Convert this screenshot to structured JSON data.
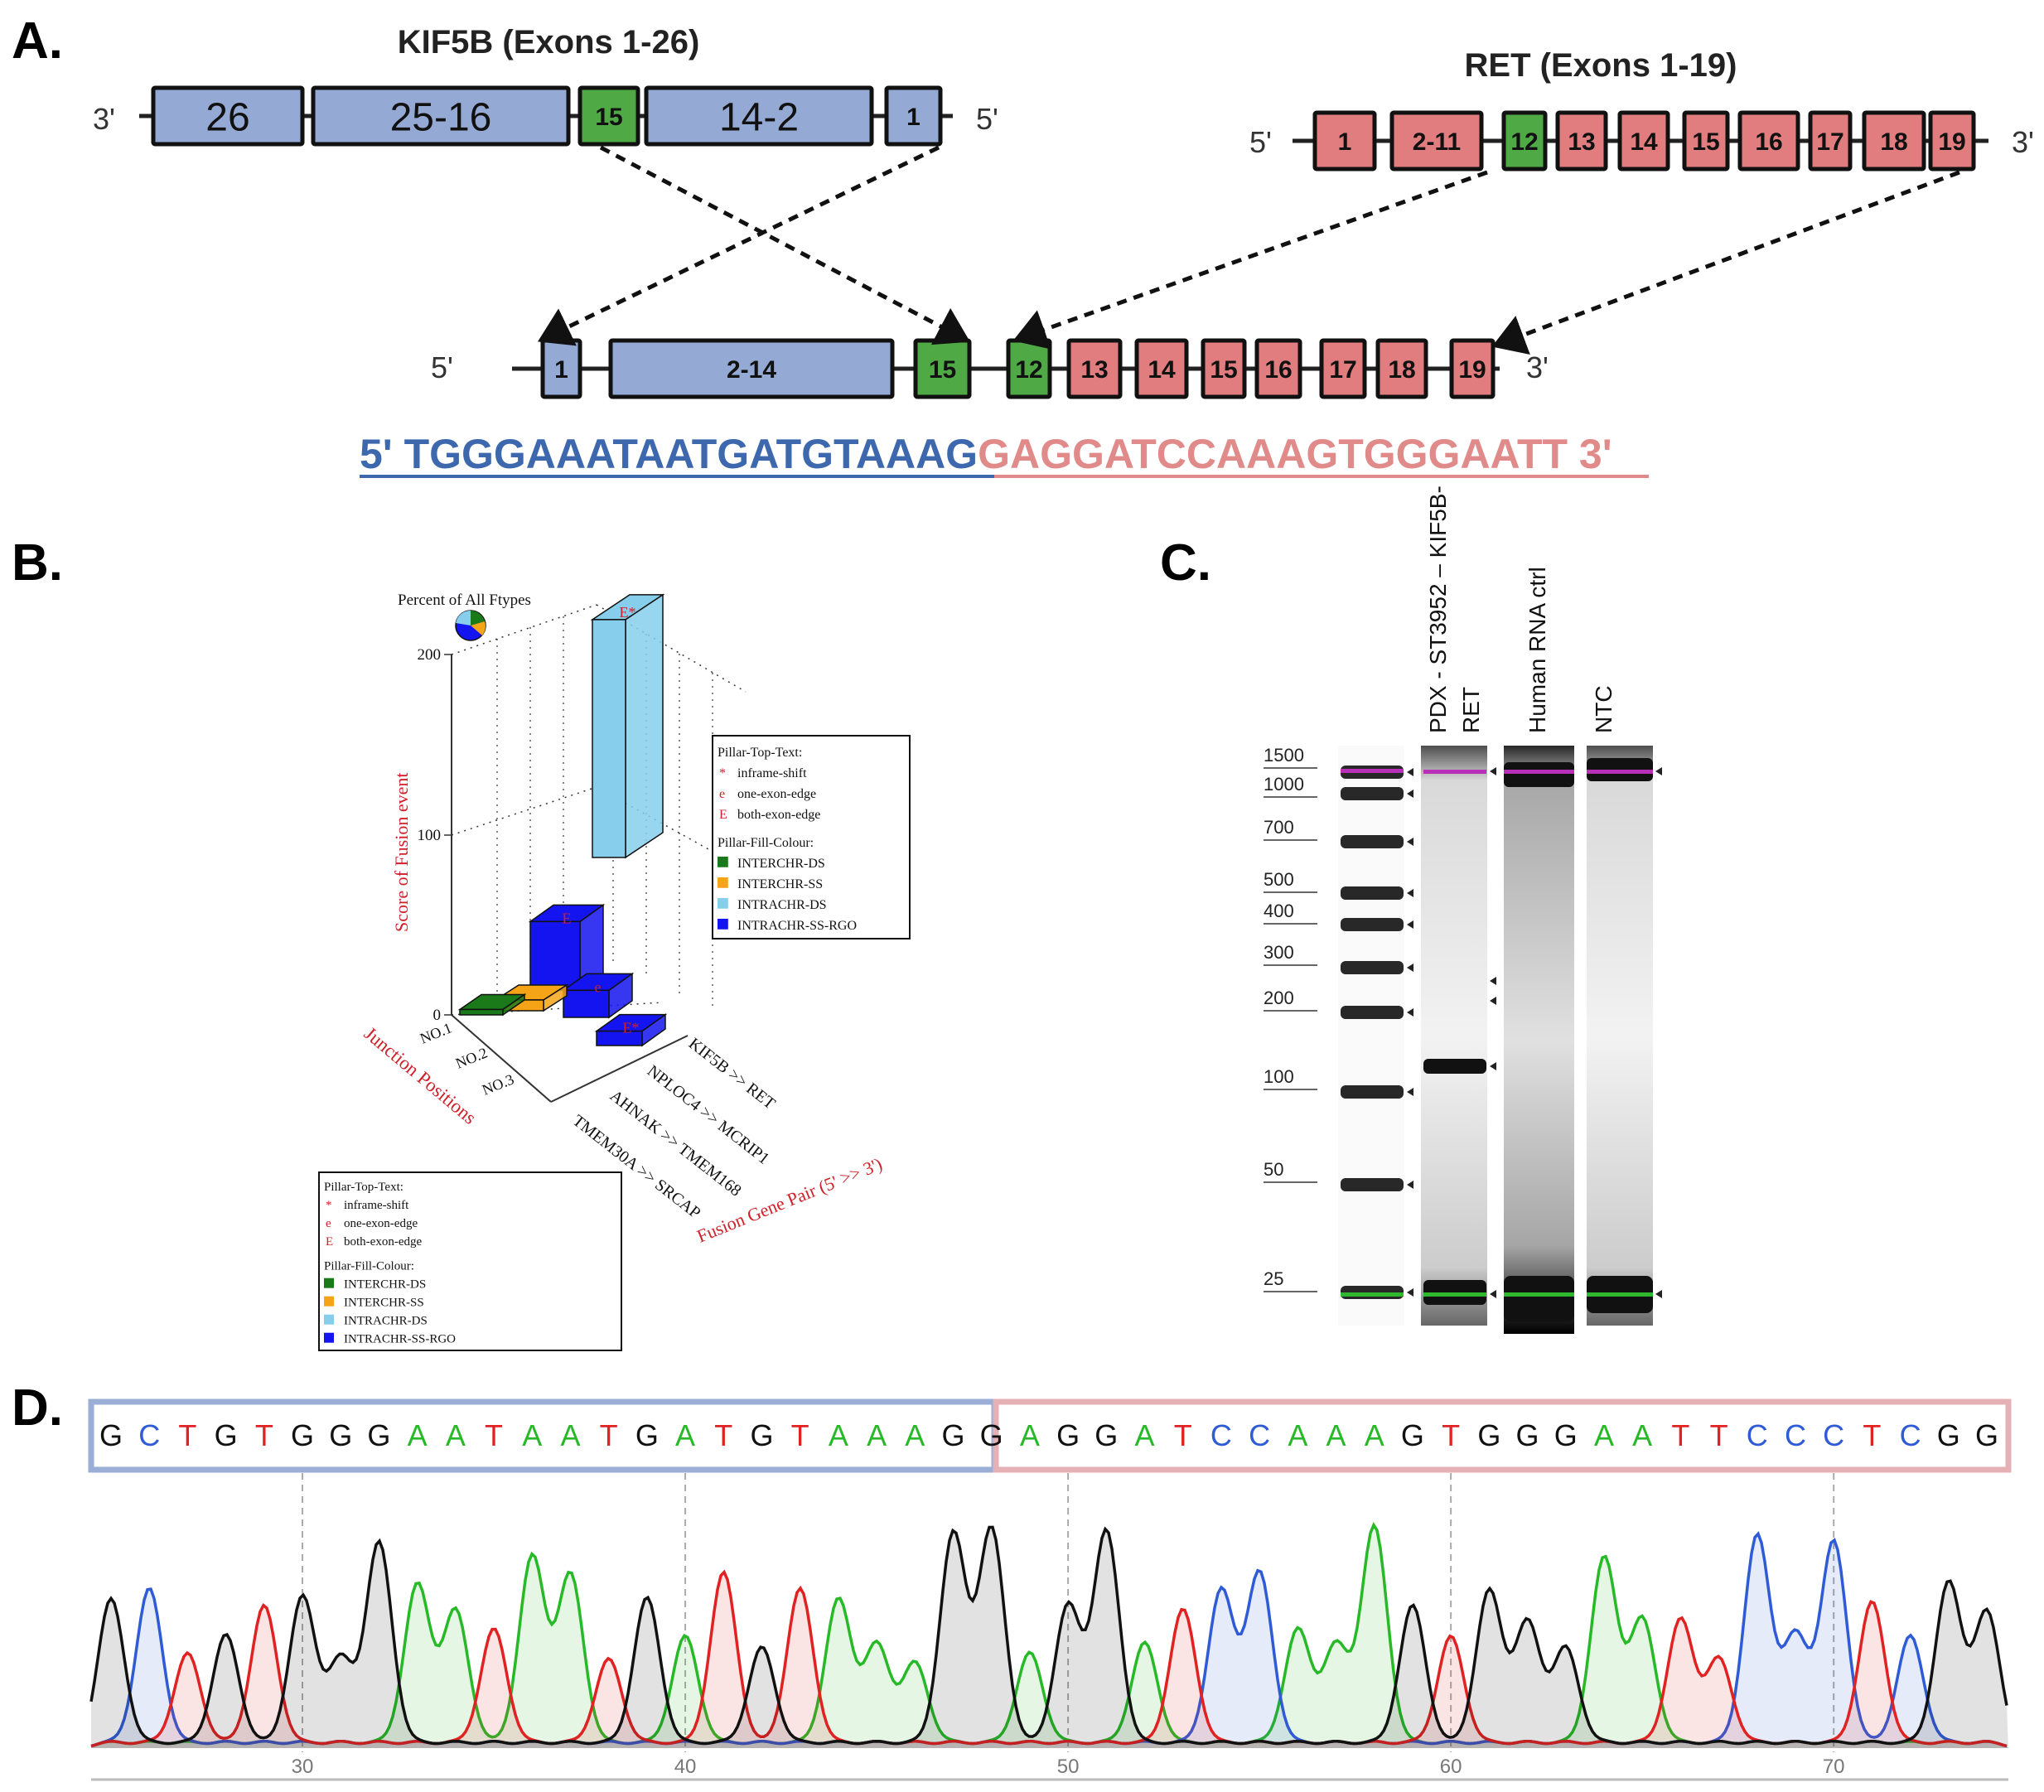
{
  "panels": {
    "a": "A.",
    "b": "B.",
    "c": "C.",
    "d": "D."
  },
  "panel_a": {
    "kif5b": {
      "title": "KIF5B (Exons 1-26)",
      "left_end": "3'",
      "right_end": "5'",
      "exons": [
        {
          "label": "26",
          "kind": "blue"
        },
        {
          "label": "25-16",
          "kind": "blue"
        },
        {
          "label": "15",
          "kind": "green"
        },
        {
          "label": "14-2",
          "kind": "blue"
        },
        {
          "label": "1",
          "kind": "blue"
        }
      ]
    },
    "ret": {
      "title": "RET (Exons 1-19)",
      "left_end": "5'",
      "right_end": "3'",
      "exons": [
        {
          "label": "1",
          "kind": "red"
        },
        {
          "label": "2-11",
          "kind": "red"
        },
        {
          "label": "12",
          "kind": "green"
        },
        {
          "label": "13",
          "kind": "red"
        },
        {
          "label": "14",
          "kind": "red"
        },
        {
          "label": "15",
          "kind": "red"
        },
        {
          "label": "16",
          "kind": "red"
        },
        {
          "label": "17",
          "kind": "red"
        },
        {
          "label": "18",
          "kind": "red"
        },
        {
          "label": "19",
          "kind": "red"
        }
      ]
    },
    "fusion": {
      "left_end": "5'",
      "right_end": "3'",
      "exons": [
        {
          "label": "1",
          "kind": "blue"
        },
        {
          "label": "2-14",
          "kind": "blue"
        },
        {
          "label": "15",
          "kind": "green"
        },
        {
          "label": "12",
          "kind": "green"
        },
        {
          "label": "13",
          "kind": "red"
        },
        {
          "label": "14",
          "kind": "red"
        },
        {
          "label": "15",
          "kind": "red"
        },
        {
          "label": "16",
          "kind": "red"
        },
        {
          "label": "17",
          "kind": "red"
        },
        {
          "label": "18",
          "kind": "red"
        },
        {
          "label": "19",
          "kind": "red"
        }
      ]
    },
    "junction_sequence": {
      "prefix": "5'  TGGGAAATAATGATGTAAAG",
      "suffix": "GAGGATCCAAAGTGGGAATT   3'"
    }
  },
  "panel_b": {
    "pie_label": "Percent of All Ftypes",
    "y_axis_label": "Score of Fusion event",
    "y_ticks": [
      "0",
      "100",
      "200"
    ],
    "junction_axis_label": "Junction Positions",
    "junction_ticks": [
      "NO.1",
      "NO.2",
      "NO.3"
    ],
    "pair_axis_label": "Fusion Gene Pair (5' >> 3')",
    "pairs": [
      "KIF5B >> RET",
      "NPLOC4 >> MCRIP1",
      "AHNAK >> TMEM168",
      "TMEM30A >> SRCAP"
    ],
    "bars": [
      {
        "pair": "KIF5B >> RET",
        "score": 132,
        "type": "INTRACHR-DS",
        "top": "E*"
      },
      {
        "pair": "KIF5B >> RET",
        "score": 38,
        "type": "INTRACHR-SS-RGO",
        "top": "E"
      },
      {
        "pair": "NPLOC4 >> MCRIP1",
        "score": 15,
        "type": "INTRACHR-SS-RGO",
        "top": "e"
      },
      {
        "pair": "AHNAK >> TMEM168",
        "score": 6,
        "type": "INTERCHR-SS",
        "top": ""
      },
      {
        "pair": "TMEM30A >> SRCAP",
        "score": 3,
        "type": "INTERCHR-DS",
        "top": ""
      },
      {
        "pair": "TMEM30A >> SRCAP",
        "score": 8,
        "type": "INTRACHR-SS-RGO",
        "top": "E*"
      }
    ],
    "legend": {
      "top_title": "Pillar-Top-Text:",
      "top_items": [
        {
          "symbol": "*",
          "text": "inframe-shift"
        },
        {
          "symbol": "e",
          "text": "one-exon-edge"
        },
        {
          "symbol": "E",
          "text": "both-exon-edge"
        }
      ],
      "fill_title": "Pillar-Fill-Colour:",
      "fill_items": [
        {
          "text": "INTERCHR-DS",
          "color": "#1a7a1a"
        },
        {
          "text": "INTERCHR-SS",
          "color": "#f5a417"
        },
        {
          "text": "INTRACHR-DS",
          "color": "#86ceeb"
        },
        {
          "text": "INTRACHR-SS-RGO",
          "color": "#1414f0"
        }
      ]
    }
  },
  "panel_c": {
    "lane_labels": [
      "PDX -  ST3952 – KIF5B-RET",
      "Human RNA ctrl",
      "NTC"
    ],
    "ladder_sizes": [
      "1500",
      "1000",
      "700",
      "500",
      "400",
      "300",
      "200",
      "100",
      "50",
      "25"
    ]
  },
  "panel_d": {
    "bases": "GCTGTGGGAATAATGATGTAAAGGAGGATCCAAAGTGGGAATTCCCTCGG",
    "axis_ticks": [
      "30",
      "40",
      "50",
      "60",
      "70"
    ]
  },
  "colors": {
    "kif5b_blue": "#94a9d4",
    "ret_red": "#e17d7e",
    "exon_green": "#4faa45",
    "seq_blue": "#3d68ad",
    "seq_red": "#e08a8a",
    "red_text": "#d0202a",
    "base_A": "#27b927",
    "base_C": "#2f5cd6",
    "base_G": "#111111",
    "base_T": "#e02222"
  }
}
